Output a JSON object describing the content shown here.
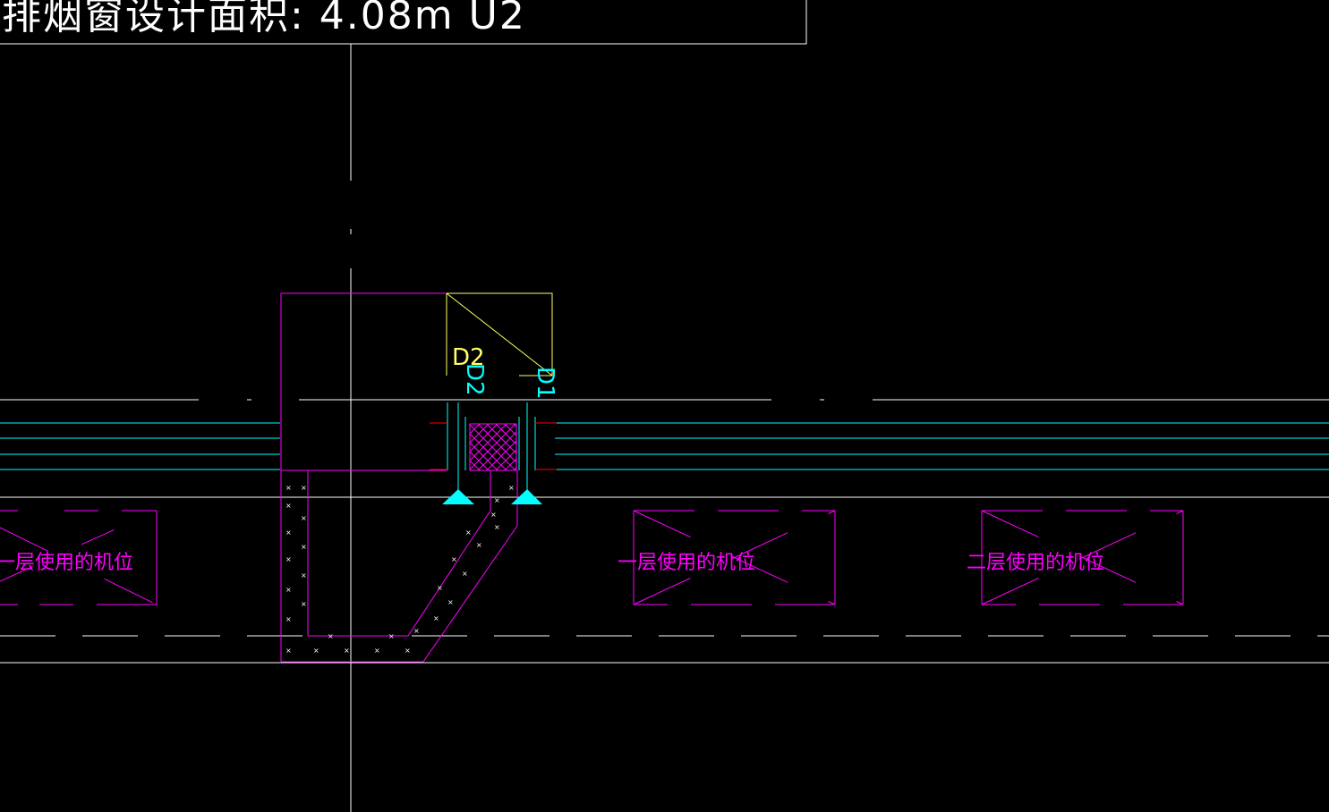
{
  "title_box": {
    "text": "排烟窗设计面积: 4.08m  U2"
  },
  "door_labels": {
    "upper": "D2",
    "left_vertical": "D2",
    "right_vertical": "D1"
  },
  "parking_spaces": [
    {
      "label": "一层使用的机位"
    },
    {
      "label": "一层使用的机位"
    },
    {
      "label": "二层使用的机位"
    }
  ],
  "colors": {
    "background": "#000000",
    "white_line": "#ffffff",
    "cyan": "#00ffff",
    "magenta": "#ff00ff",
    "yellow": "#ffff66",
    "red": "#ff0000"
  }
}
